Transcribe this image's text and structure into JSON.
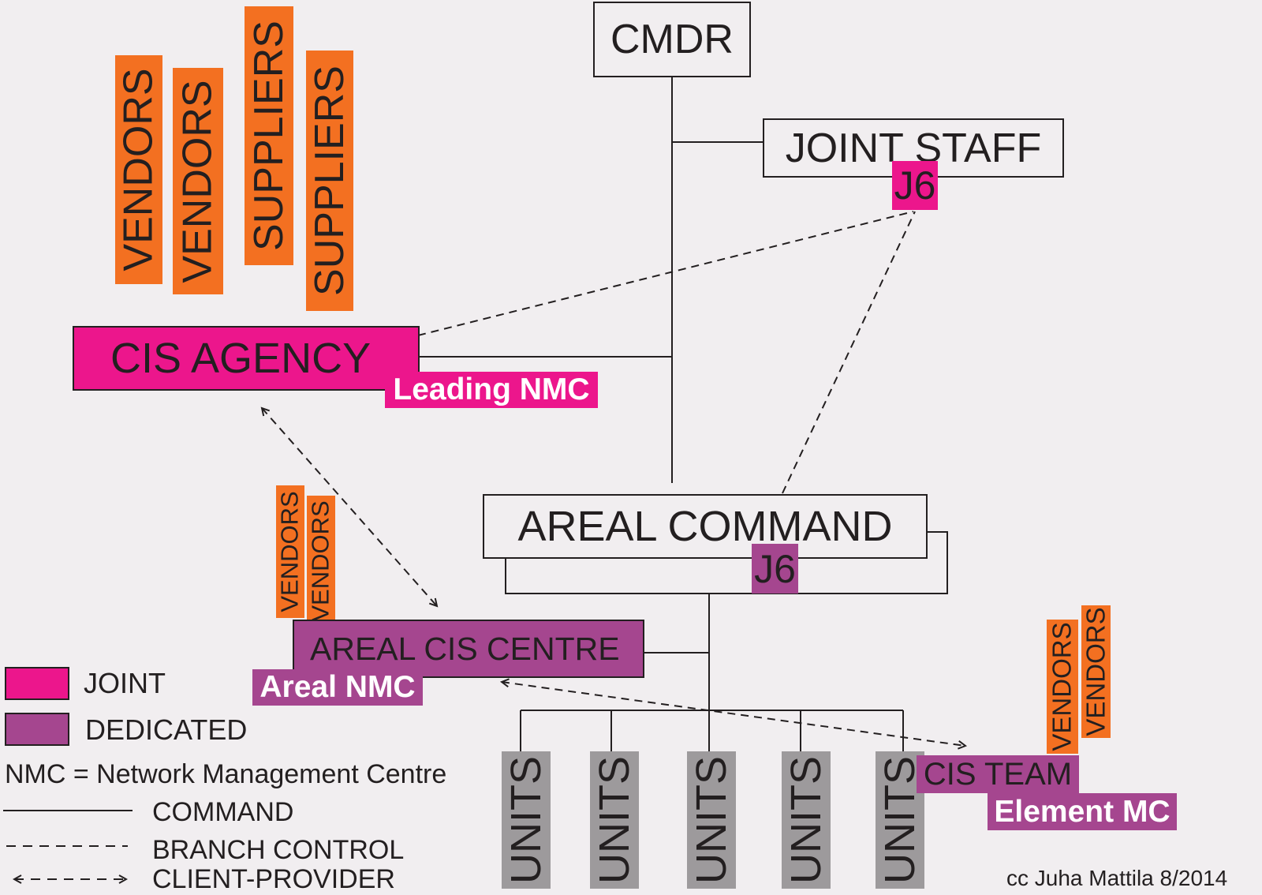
{
  "nodes": {
    "cmdr": "CMDR",
    "joint_staff": "JOINT STAFF",
    "joint_staff_j6": "J6",
    "cis_agency": "CIS AGENCY",
    "leading_nmc": "Leading NMC",
    "areal_command": "AREAL COMMAND",
    "areal_command_j6": "J6",
    "areal_cis_centre": "AREAL CIS CENTRE",
    "areal_nmc": "Areal NMC",
    "cis_team": "CIS TEAM",
    "element_mc": "Element MC"
  },
  "labels": {
    "vendors": "VENDORS",
    "suppliers": "SUPPLIERS",
    "units": "UNITS"
  },
  "legend": {
    "joint": "JOINT",
    "dedicated": "DEDICATED",
    "nmc_definition": "NMC = Network Management Centre",
    "command": "COMMAND",
    "branch_control": "BRANCH CONTROL",
    "client_provider": "CLIENT-PROVIDER"
  },
  "credit": "cc Juha Mattila 8/2014",
  "colors": {
    "joint": "#ec168c",
    "dedicated": "#a5468f",
    "vendors": "#f37021",
    "units": "#9d9a9c"
  }
}
